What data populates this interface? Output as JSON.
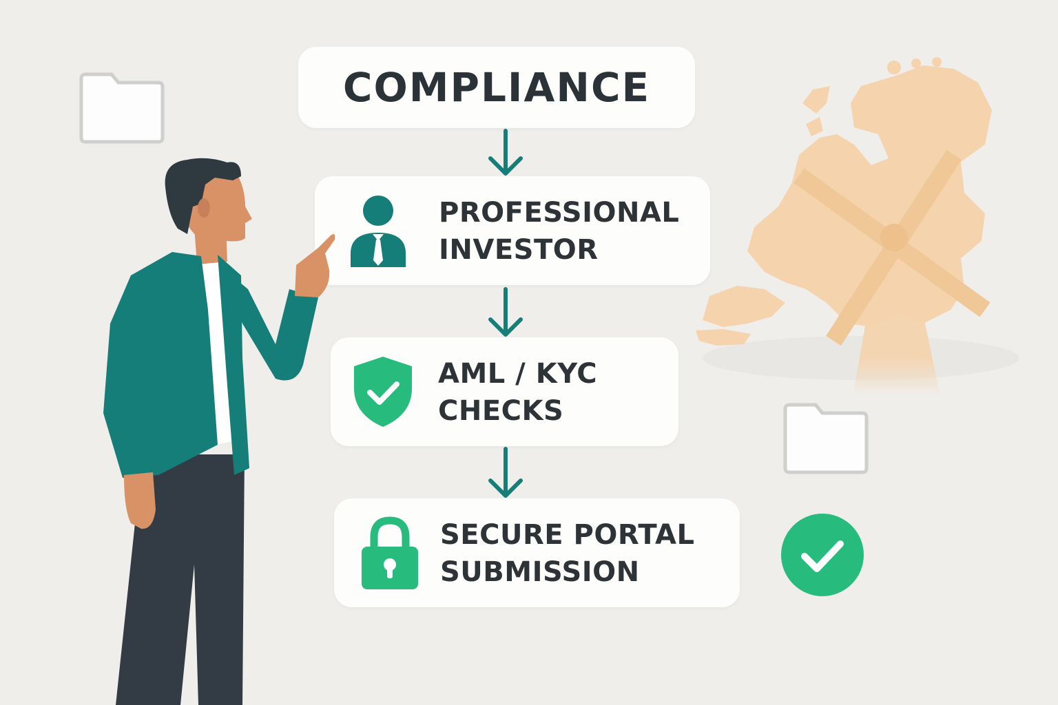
{
  "title": "COMPLIANCE",
  "colors": {
    "background": "#efeeb",
    "teal": "#157e78",
    "green": "#27bc7e",
    "text": "#2e3338",
    "map": "#f5d3ad"
  },
  "steps": [
    {
      "icon": "professional-investor-icon",
      "line1": "PROFESSIONAL",
      "line2": "INVESTOR"
    },
    {
      "icon": "shield-check-icon",
      "line1": "AML / KYC",
      "line2": "CHECKS"
    },
    {
      "icon": "padlock-icon",
      "line1": "SECURE PORTAL",
      "line2": "SUBMISSION"
    }
  ],
  "decorations": [
    "folder-icon",
    "folder-icon",
    "netherlands-map-illustration",
    "windmill-illustration",
    "person-pointing-illustration",
    "checkmark-circle-icon"
  ]
}
